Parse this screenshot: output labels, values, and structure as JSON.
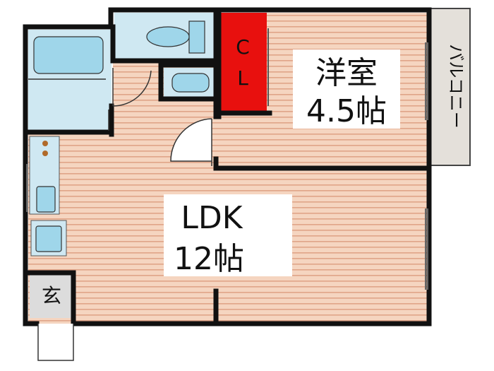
{
  "rooms": {
    "western_room": {
      "name": "洋室",
      "size": "4.5帖"
    },
    "ldk": {
      "name": "LDK",
      "size": "12帖"
    },
    "closet": {
      "line1": "C",
      "line2": "L"
    },
    "entrance": {
      "name": "玄"
    },
    "balcony": {
      "name": "バルコニー"
    }
  },
  "colors": {
    "floor": "#f5d5c0",
    "floor_stripe": "#e0a488",
    "wet_area": "#cfe8f2",
    "fixture": "#9fd6ea",
    "closet": "#e8100e",
    "entrance": "#dcdcdc",
    "balcony": "#e4e0da",
    "wall": "#111111"
  }
}
